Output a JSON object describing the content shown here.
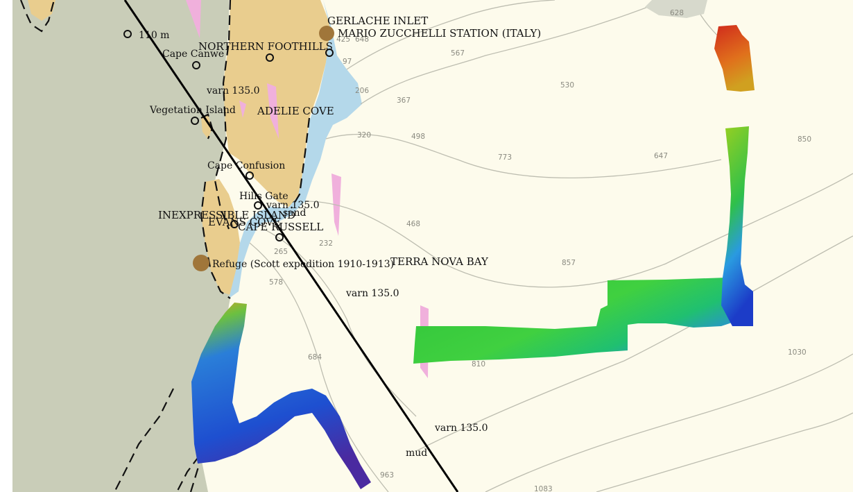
{
  "colors": {
    "sea": "#fdfbec",
    "land": "#c9cdb8",
    "ice": "#e9cd8e",
    "shallow": "#b4d8ea",
    "pink": "#f0b0dc",
    "route": "#000000",
    "settlement": "#a0763a"
  },
  "map": {
    "place_labels": [
      {
        "id": "gerlache-inlet",
        "text": "GERLACHE INLET"
      },
      {
        "id": "mario-zucchelli-station",
        "text": "MARIO ZUCCHELLI STATION (ITALY)"
      },
      {
        "id": "northern-foothills",
        "text": "NORTHERN FOOTHILLS"
      },
      {
        "id": "cape-canwe",
        "text": "Cape Canwe"
      },
      {
        "id": "elevation-110",
        "text": "110 m"
      },
      {
        "id": "vegetation-island",
        "text": "Vegetation Island"
      },
      {
        "id": "adelie-cove",
        "text": "ADELIE COVE"
      },
      {
        "id": "cape-confusion",
        "text": "Cape Confusion"
      },
      {
        "id": "hills-gate",
        "text": "Hills Gate"
      },
      {
        "id": "inexpressible-island",
        "text": "INEXPRESSIBLE ISLAND"
      },
      {
        "id": "evans-cove",
        "text": "EVANS COVE"
      },
      {
        "id": "cape-russell",
        "text": "CAPE RUSSELL"
      },
      {
        "id": "refuge",
        "text": "Refuge (Scott expedition 1910-1913)"
      },
      {
        "id": "terra-nova-bay",
        "text": "TERRA NOVA BAY"
      }
    ],
    "annotations": [
      {
        "id": "varn-1",
        "text": "varn 135.0"
      },
      {
        "id": "varn-2",
        "text": "varn 135.0"
      },
      {
        "id": "varn-3",
        "text": "varn 135.0"
      },
      {
        "id": "varn-4",
        "text": "varn 135.0"
      },
      {
        "id": "sand",
        "text": "sand"
      },
      {
        "id": "mud",
        "text": "mud"
      }
    ],
    "depth_soundings": [
      "425",
      "648",
      "567",
      "97",
      "206",
      "367",
      "320",
      "498",
      "530",
      "773",
      "647",
      "850",
      "468",
      "232",
      "265",
      "578",
      "857",
      "684",
      "810",
      "1030",
      "963",
      "1083",
      "628"
    ]
  }
}
